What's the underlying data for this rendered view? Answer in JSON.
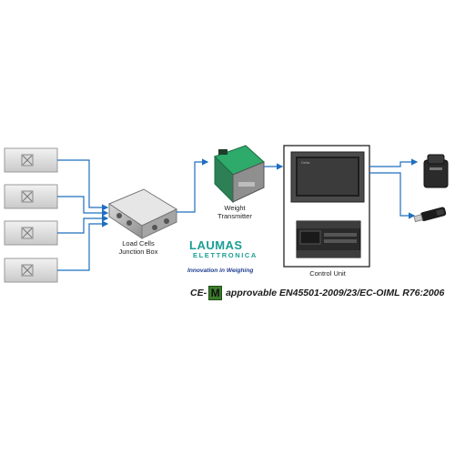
{
  "labels": {
    "junction_box": "Load Cells\nJunction Box",
    "weight_transmitter": "Weight\nTransmitter",
    "control_unit": "Control Unit"
  },
  "logo": {
    "name": "LAUMAS",
    "sub": "ELETTRONICA",
    "tagline": "Innovation in Weighing"
  },
  "certification": {
    "prefix": "CE-",
    "mark": "M",
    "text": "approvable EN45501-2009/23/EC-OIML R76:2006"
  },
  "colors": {
    "arrow": "#1f6fbf",
    "logo_teal": "#1a9e95",
    "logo_blue": "#1f3d8f",
    "m_badge": "#3a7d2c"
  },
  "components": [
    "load-cell",
    "load-cell",
    "load-cell",
    "load-cell",
    "junction-box",
    "weight-transmitter",
    "hmi-panel",
    "plc",
    "printer",
    "usb-stick"
  ]
}
